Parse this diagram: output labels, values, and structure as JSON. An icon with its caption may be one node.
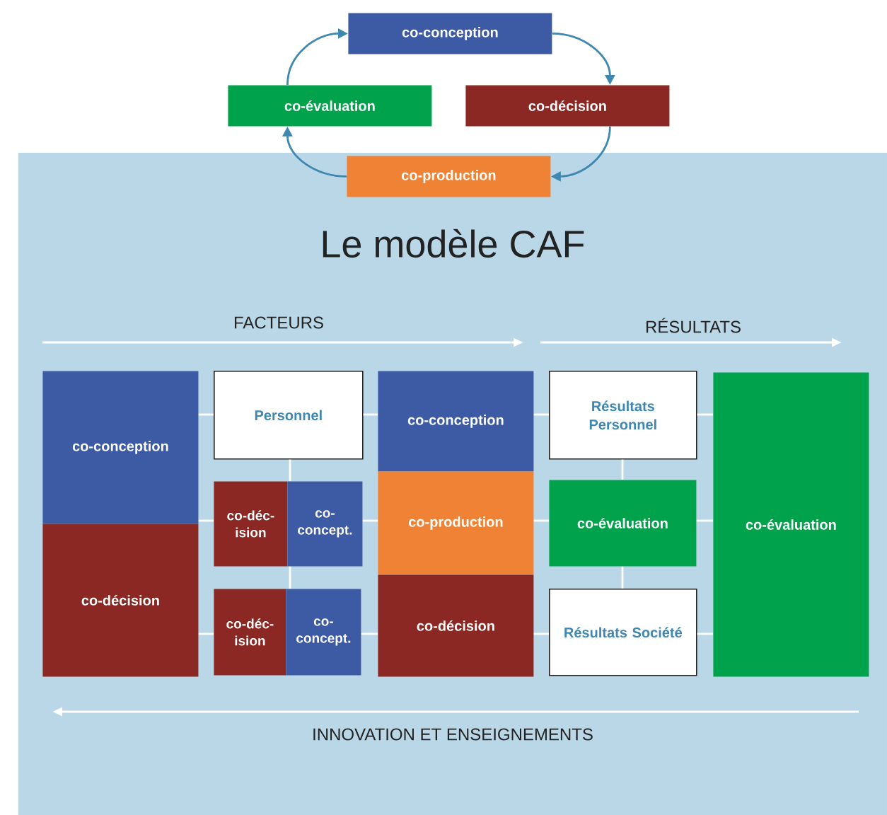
{
  "diagram": {
    "title": "Le modèle CAF",
    "nodes": [
      {
        "text": [
          "co-conception"
        ]
      },
      {
        "text": [
          "co-décision"
        ]
      },
      {
        "text": [
          "co-production"
        ]
      },
      {
        "text": [
          "co-évaluation"
        ]
      },
      {
        "text": [
          "co-conception"
        ]
      },
      {
        "text": [
          "co-décision"
        ]
      },
      {
        "text": [
          "Personnel"
        ]
      },
      {
        "text": [
          "co-déc- ision"
        ]
      },
      {
        "text": [
          "co- concept."
        ]
      },
      {
        "text": [
          "co-déc- ision"
        ]
      },
      {
        "text": [
          "co- concept."
        ]
      },
      {
        "text": [
          "co-conception"
        ]
      },
      {
        "text": [
          "co-production"
        ]
      },
      {
        "text": [
          "co-décision"
        ]
      },
      {
        "text": [
          "Résultats Personnel"
        ]
      },
      {
        "text": [
          "co-évaluation"
        ]
      },
      {
        "text": [
          "Résultats Société"
        ]
      },
      {
        "text": [
          "co-évaluation"
        ]
      }
    ],
    "edges": [
      {
        "from": 0,
        "to": 1,
        "arrow": "to",
        "color": "#3d87b0"
      },
      {
        "from": 1,
        "to": 2,
        "arrow": "to",
        "color": "#3d87b0"
      },
      {
        "from": 2,
        "to": 3,
        "arrow": "to",
        "color": "#3d87b0"
      },
      {
        "from": 3,
        "to": 0,
        "arrow": "to",
        "color": "#3d87b0"
      },
      {
        "from": 4,
        "to": 6,
        "arrow": "none"
      },
      {
        "from": 6,
        "to": 11,
        "arrow": "none"
      },
      {
        "from": 11,
        "to": 14,
        "arrow": "none"
      },
      {
        "from": 14,
        "to": 17,
        "arrow": "none"
      },
      {
        "from": 4,
        "to": 7,
        "arrow": "none"
      },
      {
        "from": 8,
        "to": 12,
        "arrow": "none"
      },
      {
        "from": 12,
        "to": 15,
        "arrow": "none"
      },
      {
        "from": 15,
        "to": 17,
        "arrow": "none"
      },
      {
        "from": 5,
        "to": 9,
        "arrow": "none"
      },
      {
        "from": 10,
        "to": 13,
        "arrow": "none"
      },
      {
        "from": 13,
        "to": 16,
        "arrow": "none"
      },
      {
        "from": 16,
        "to": 17,
        "arrow": "none"
      },
      {
        "from": 6,
        "to": 8,
        "arrow": "none"
      },
      {
        "from": 8,
        "to": 10,
        "arrow": "none"
      },
      {
        "from": 14,
        "to": 15,
        "arrow": "none"
      },
      {
        "from": 15,
        "to": 16,
        "arrow": "none"
      }
    ],
    "labels": [
      "FACTEURS",
      "RÉSULTATS",
      "INNOVATION ET ENSEIGNEMENTS"
    ]
  }
}
